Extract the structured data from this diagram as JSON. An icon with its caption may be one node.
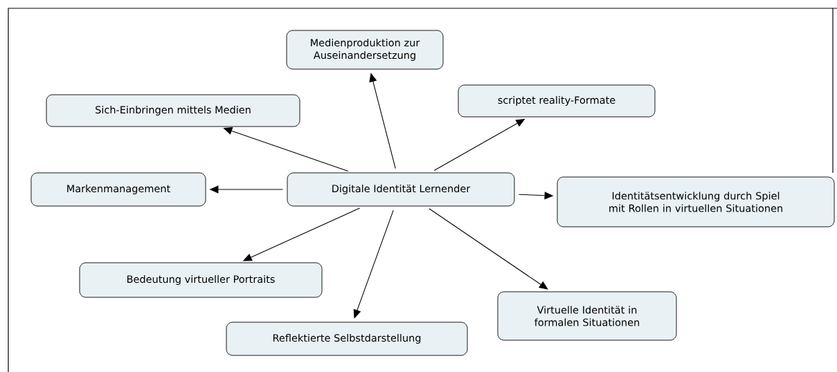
{
  "diagram": {
    "nodes": [
      {
        "text": [
          "Digitale Identität Lernender"
        ]
      },
      {
        "text": [
          "Medienproduktion zur Auseinandersetzung"
        ]
      },
      {
        "text": [
          "Sich-Einbringen mittels Medien"
        ]
      },
      {
        "text": [
          "scriptet reality-Formate"
        ]
      },
      {
        "text": [
          "Markenmanagement"
        ]
      },
      {
        "text": [
          "Identitätsentwicklung durch Spiel mit Rollen in virtuellen Situationen"
        ]
      },
      {
        "text": [
          "Bedeutung virtueller Portraits"
        ]
      },
      {
        "text": [
          "Reflektierte Selbstdarstellung"
        ]
      },
      {
        "text": [
          "Virtuelle Identität in formalen Situationen"
        ]
      }
    ],
    "edges": [
      {
        "from": 0,
        "to": 1,
        "arrow": "to"
      },
      {
        "from": 0,
        "to": 2,
        "arrow": "to"
      },
      {
        "from": 0,
        "to": 3,
        "arrow": "to"
      },
      {
        "from": 0,
        "to": 4,
        "arrow": "to"
      },
      {
        "from": 0,
        "to": 5,
        "arrow": "to"
      },
      {
        "from": 0,
        "to": 6,
        "arrow": "to"
      },
      {
        "from": 0,
        "to": 7,
        "arrow": "to"
      },
      {
        "from": 0,
        "to": 8,
        "arrow": "to"
      }
    ]
  }
}
